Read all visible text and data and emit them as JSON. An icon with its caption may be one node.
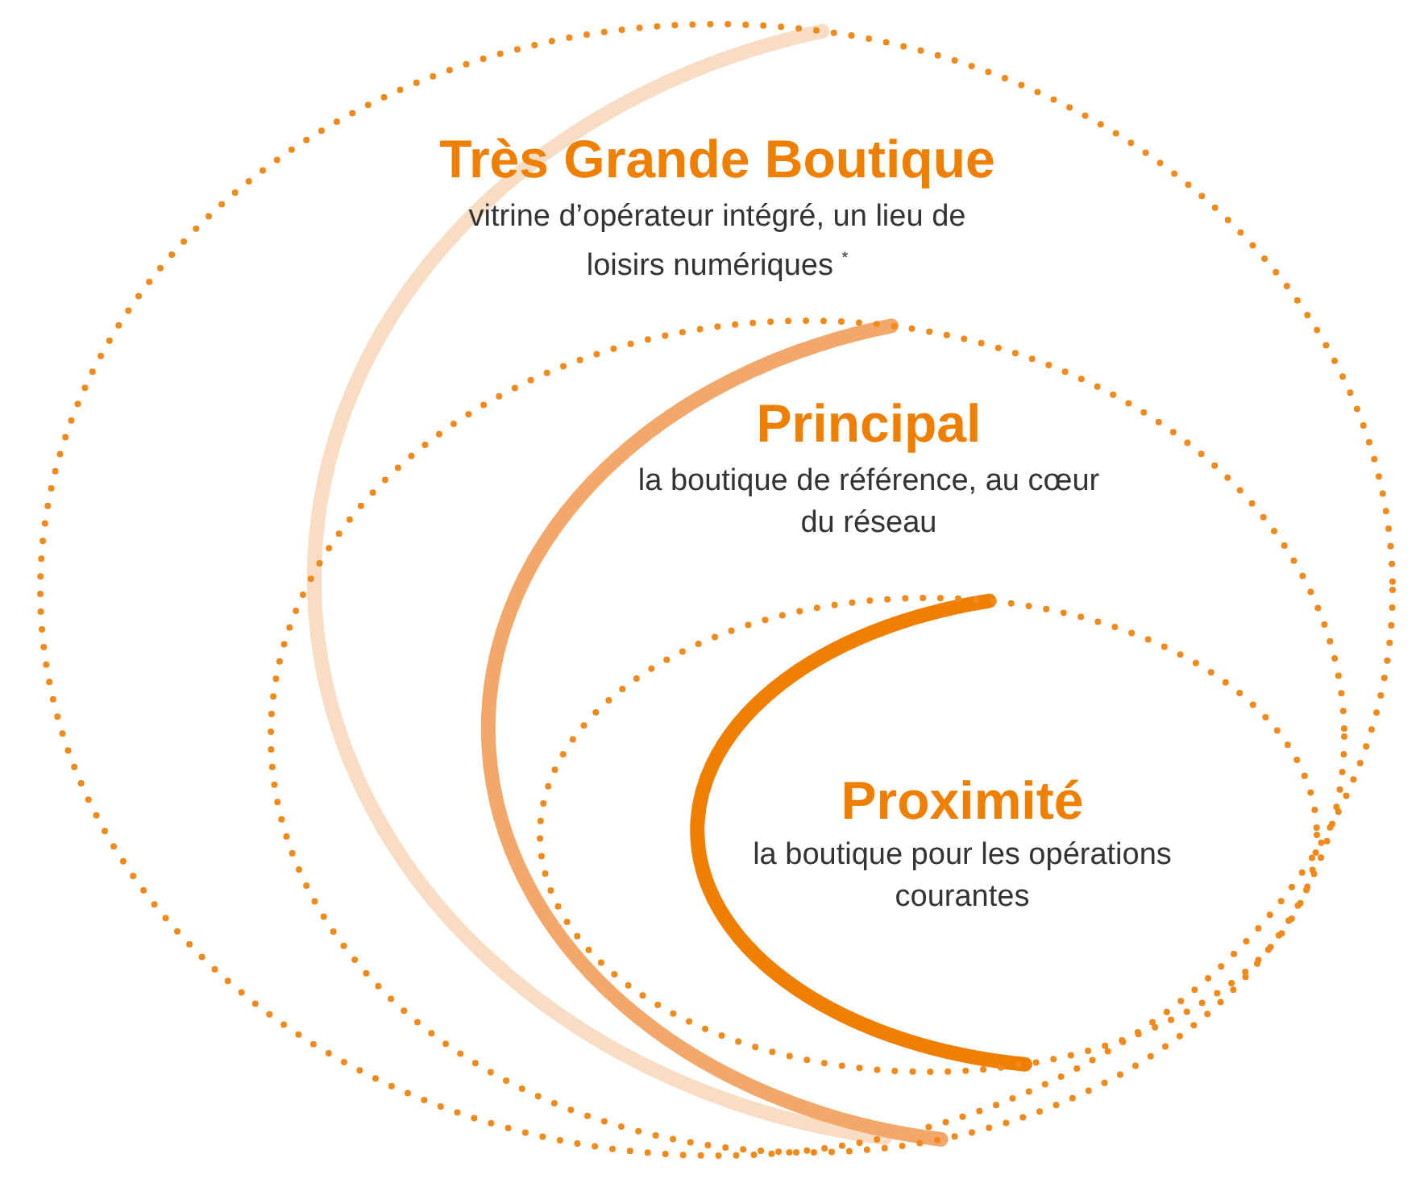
{
  "diagram": {
    "nodes": [
      {
        "text": [
          "Très Grande Boutique",
          "vitrine d’opérateur intégré, un lieu de loisirs numériques $^{*}$"
        ]
      },
      {
        "text": [
          "Principal",
          "la boutique de référence, au cœur du réseau"
        ],
        "in": 0
      },
      {
        "text": [
          "Proximité",
          "la boutique pour les opérations courantes"
        ],
        "in": 1
      }
    ]
  }
}
